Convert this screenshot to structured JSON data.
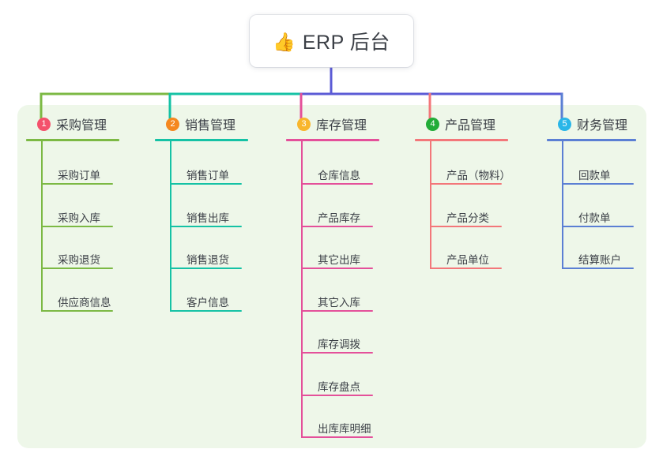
{
  "root": {
    "icon": "thumbs-up-emoji",
    "icon_glyph": "👍",
    "title": "ERP 后台"
  },
  "panel": {
    "background": "#eef7e9"
  },
  "colors": {
    "green": "#7cb944",
    "teal": "#15c2a5",
    "pink": "#e4509a",
    "red": "#f3777a",
    "blue": "#5b7fd4",
    "root_stem": "#5b5bd6",
    "badge_1": "#f4516c",
    "badge_2": "#f5881f",
    "badge_3": "#f8b62d",
    "badge_4": "#22ac38",
    "badge_5": "#29b6e8",
    "text": "#3b3f46"
  },
  "columns": [
    {
      "index": "1",
      "title": "采购管理",
      "badge_color": "#f4516c",
      "line_color": "#7cb944",
      "items": [
        "采购订单",
        "采购入库",
        "采购退货",
        "供应商信息"
      ]
    },
    {
      "index": "2",
      "title": "销售管理",
      "badge_color": "#f5881f",
      "line_color": "#15c2a5",
      "items": [
        "销售订单",
        "销售出库",
        "销售退货",
        "客户信息"
      ]
    },
    {
      "index": "3",
      "title": "库存管理",
      "badge_color": "#f8b62d",
      "line_color": "#e4509a",
      "items": [
        "仓库信息",
        "产品库存",
        "其它出库",
        "其它入库",
        "库存调拨",
        "库存盘点",
        "出库库明细"
      ]
    },
    {
      "index": "4",
      "title": "产品管理",
      "badge_color": "#22ac38",
      "line_color": "#f3777a",
      "items": [
        "产品（物料）",
        "产品分类",
        "产品单位"
      ]
    },
    {
      "index": "5",
      "title": "财务管理",
      "badge_color": "#29b6e8",
      "line_color": "#5b7fd4",
      "items": [
        "回款单",
        "付款单",
        "结算账户"
      ]
    }
  ]
}
